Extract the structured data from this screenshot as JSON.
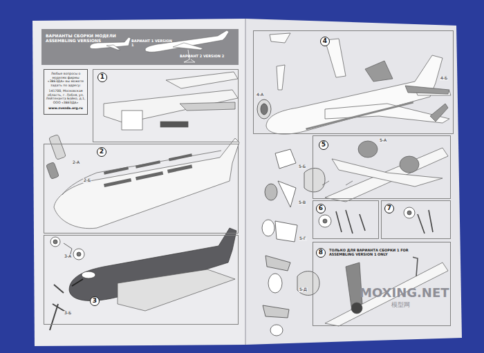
{
  "diagram": {
    "nodes": [
      {
        "text": [
          "ВАРИАНТЫ СБОРКИ МОДЕЛИ ASSEMBLING VERSIONS",
          "ВАРИАНТ 1 VERSION 1",
          "ВАРИАНТ 2 VERSION 2"
        ]
      },
      {
        "text": [
          "Любые вопросы о моделях фирмы «ЗВЕЗДА» вы можете задать по адресу:",
          "141700, Московская область, г. Лобня, ул. Лейтенанта Бойко, д.1, ООО «ЗВЕЗДА»",
          "www.zvezda.org.ru"
        ]
      },
      {
        "text": [
          "1"
        ]
      },
      {
        "text": [
          "2"
        ]
      },
      {
        "text": [
          "3"
        ]
      },
      {
        "text": [
          "4"
        ]
      },
      {
        "text": [
          "5"
        ]
      },
      {
        "text": [
          "6"
        ]
      },
      {
        "text": [
          "7"
        ]
      },
      {
        "text": [
          "8",
          "ТОЛЬКО ДЛЯ ВАРИАНТА СБОРКИ 1 FOR ASSEMBLING VERSION 1 ONLY"
        ]
      }
    ],
    "labels": [
      "2-А",
      "2-Б",
      "3-А",
      "3-Б",
      "4-А",
      "4-Б",
      "5-А",
      "5-Б",
      "5-В",
      "5-Г",
      "5-Д",
      "MOXING.NET",
      "模型网"
    ]
  }
}
